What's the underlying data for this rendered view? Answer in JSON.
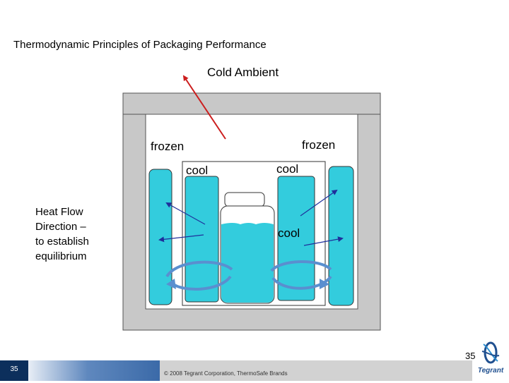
{
  "slide": {
    "title": "Thermodynamic Principles of Packaging Performance",
    "page_number": "35",
    "footer_box_number": "35",
    "copyright": "© 2008 Tegrant Corporation, ThermoSafe Brands",
    "logo_text": "Tegrant"
  },
  "diagram": {
    "ambient_label": "Cold Ambient",
    "frozen_left_label": "frozen",
    "frozen_right_label": "frozen",
    "cool_left_label": "cool",
    "cool_right_label": "cool",
    "cool_middle_label": "cool",
    "heat_flow_note": [
      "Heat Flow",
      "Direction –",
      "to establish",
      "equilibrium"
    ]
  },
  "colors": {
    "ice_pack": "#33ccdd",
    "cooler_wall": "#c8c8c8",
    "arrow_red": "#cc1e1e",
    "arrow_blue": "#1f2f9c",
    "swirl_blue": "#5a8fcf",
    "footer_navy": "#0c2f5c"
  }
}
